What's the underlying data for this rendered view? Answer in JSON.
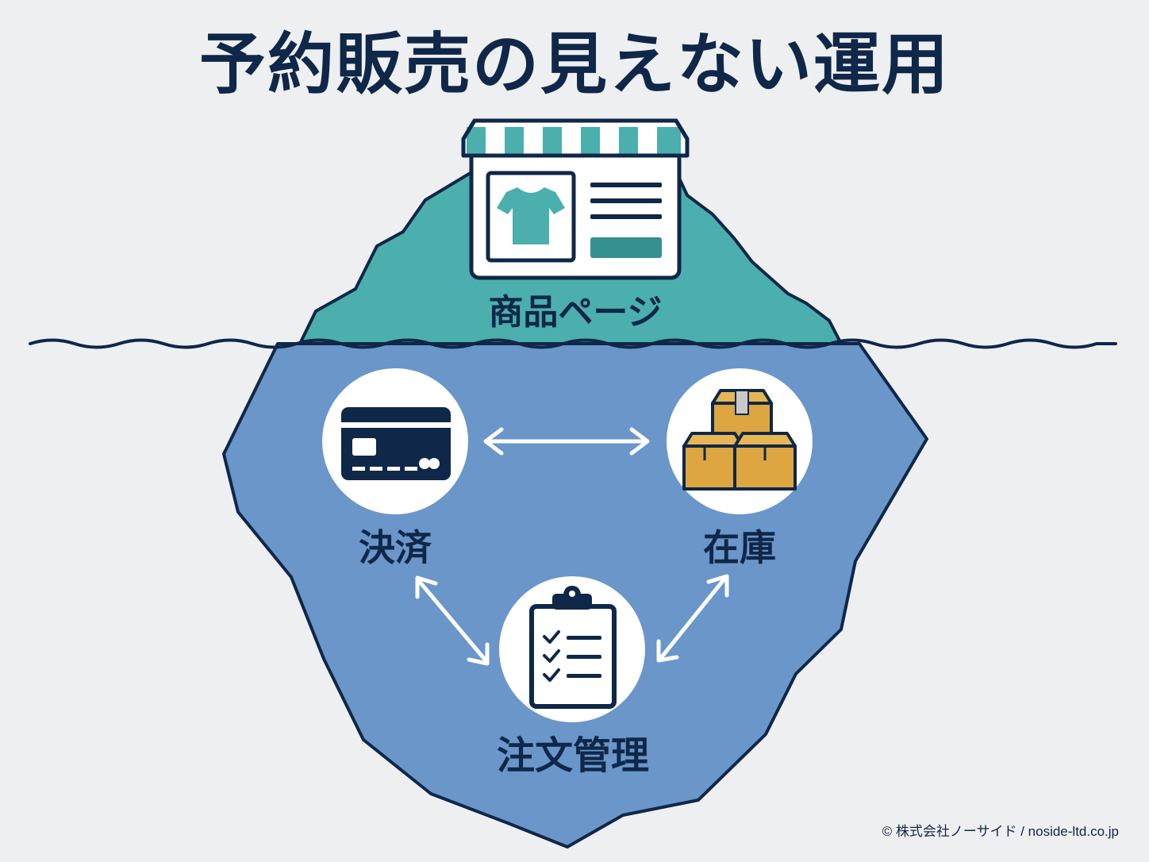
{
  "title": "予約販売の見えない運用",
  "surface": {
    "label": "商品ページ"
  },
  "hidden": {
    "payment": "決済",
    "inventory": "在庫",
    "orders": "注文管理"
  },
  "credit": "© 株式会社ノーサイド / noside-ltd.co.jp",
  "colors": {
    "navy": "#0F2748",
    "teal": "#4BAFAE",
    "teal_dark": "#35918F",
    "underwater": "#6A96C9",
    "box": "#DDA640",
    "background": "#EEEFF1"
  },
  "icons": {
    "storefront": "storefront-icon",
    "tshirt": "tshirt-icon",
    "card": "credit-card-icon",
    "boxes": "boxes-icon",
    "clipboard": "clipboard-checklist-icon"
  }
}
